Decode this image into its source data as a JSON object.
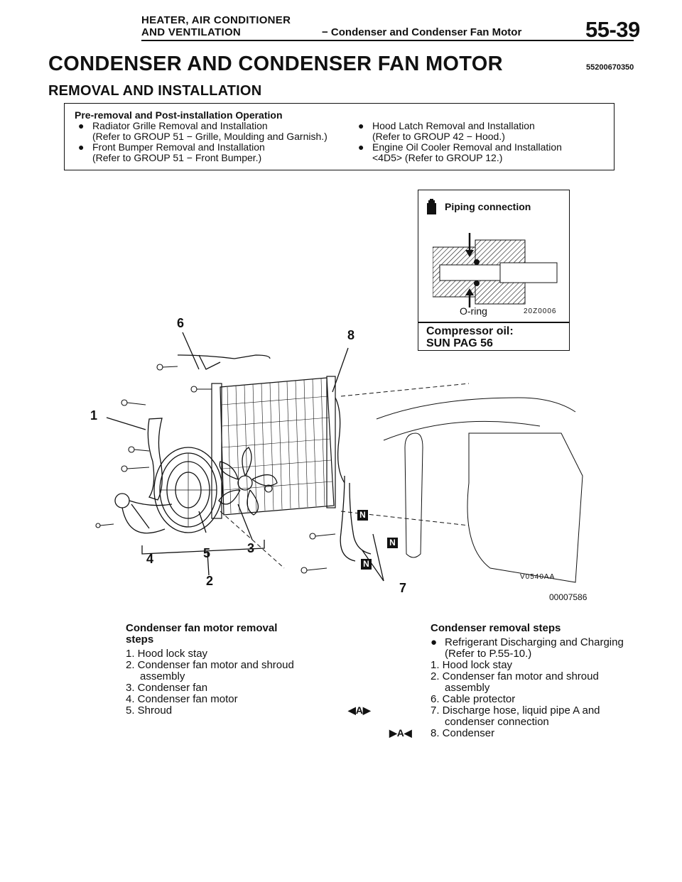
{
  "header": {
    "section_line1": "HEATER, AIR CONDITIONER",
    "section_line2": "AND VENTILATION",
    "subsection": "− Condenser and Condenser Fan Motor",
    "page_number": "55-39"
  },
  "title": "CONDENSER AND CONDENSER FAN MOTOR",
  "title_code": "55200670350",
  "subtitle": "REMOVAL AND INSTALLATION",
  "pre_box": {
    "title": "Pre-removal and Post-installation Operation",
    "left_items": [
      {
        "line1": "Radiator Grille Removal and Installation",
        "line2": "(Refer to GROUP 51 − Grille, Moulding and Garnish.)"
      },
      {
        "line1": "Front Bumper Removal and Installation",
        "line2": "(Refer to GROUP 51 − Front Bumper.)"
      }
    ],
    "right_items": [
      {
        "line1": "Hood Latch Removal and Installation",
        "line2": "(Refer to GROUP 42 − Hood.)"
      },
      {
        "line1": "Engine  Oil Cooler Removal and Installation",
        "line2": "<4D5> (Refer to GROUP 12.)"
      }
    ],
    "bullet": "●"
  },
  "inset": {
    "title": "Piping connection",
    "oring_label": "O-ring",
    "code": "20Z0006",
    "oil_line1": "Compressor oil:",
    "oil_line2": "SUN PAG 56"
  },
  "figure": {
    "callouts": [
      "1",
      "2",
      "3",
      "4",
      "5",
      "6",
      "7",
      "8"
    ],
    "n_marks": [
      "N",
      "N",
      "N"
    ],
    "code_small": "V0540AA",
    "code_id": "00007586"
  },
  "fan_steps": {
    "title1": "Condenser fan motor removal",
    "title2": "steps",
    "items": [
      "1. Hood lock stay",
      "2. Condenser fan motor and shroud",
      "assembly",
      "3. Condenser fan",
      "4. Condenser fan motor",
      "5. Shroud"
    ]
  },
  "cond_steps": {
    "title": "Condenser removal steps",
    "items": [
      "Refrigerant Discharging and Charging",
      "(Refer to  P.55-10.)",
      "1. Hood lock stay",
      "2. Condenser fan motor and shroud",
      "assembly",
      "6. Cable protector",
      "7. Discharge hose, liquid pipe A and",
      "condenser connection",
      "8. Condenser"
    ],
    "marker_7": "◀A▶",
    "marker_8": "▶A◀",
    "bullet": "●"
  }
}
